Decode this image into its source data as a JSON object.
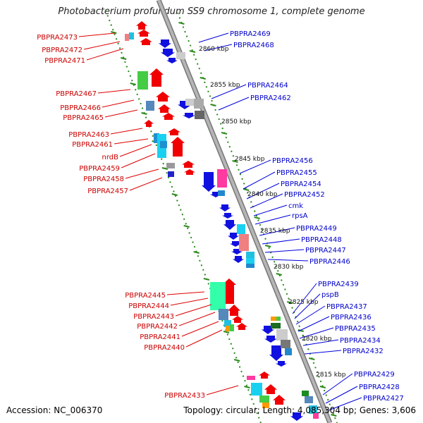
{
  "title": "Photobacterium profundum SS9 chromosome 1, complete genome",
  "footer": {
    "accession": "Accession: NC_006370",
    "topology": "Topology: circular; Length: 4,085,304 bp; Genes: 3,606"
  },
  "colors": {
    "left_label": "#cc0000",
    "right_label": "#0000cc",
    "backbone": "#999999",
    "tick": "#2a8a1a",
    "leader_left": "#dd0000",
    "leader_right": "#0000dd"
  },
  "scale_ticks": [
    "2860 kbp",
    "2855 kbp",
    "2850 kbp",
    "2845 kbp",
    "2840 kbp",
    "2835 kbp",
    "2830 kbp",
    "2825 kbp",
    "2820 kbp",
    "2815 kbp"
  ],
  "left_labels": [
    "PBPRA2473",
    "PBPRA2472",
    "PBPRA2471",
    "PBPRA2467",
    "PBPRA2466",
    "PBPRA2465",
    "PBPRA2463",
    "PBPRA2461",
    "nrdB",
    "PBPRA2459",
    "PBPRA2458",
    "PBPRA2457",
    "PBPRA2445",
    "PBPRA2444",
    "PBPRA2443",
    "PBPRA2442",
    "PBPRA2441",
    "PBPRA2440",
    "PBPRA2433"
  ],
  "right_labels": [
    "PBPRA2469",
    "PBPRA2468",
    "PBPRA2464",
    "PBPRA2462",
    "PBPRA2456",
    "PBPRA2455",
    "PBPRA2454",
    "PBPRA2452",
    "cmk",
    "rpsA",
    "PBPRA2449",
    "PBPRA2448",
    "PBPRA2447",
    "PBPRA2446",
    "PBPRA2439",
    "pspB",
    "PBPRA2437",
    "PBPRA2436",
    "PBPRA2435",
    "PBPRA2434",
    "PBPRA2432",
    "PBPRA2429",
    "PBPRA2428",
    "PBPRA2427"
  ]
}
